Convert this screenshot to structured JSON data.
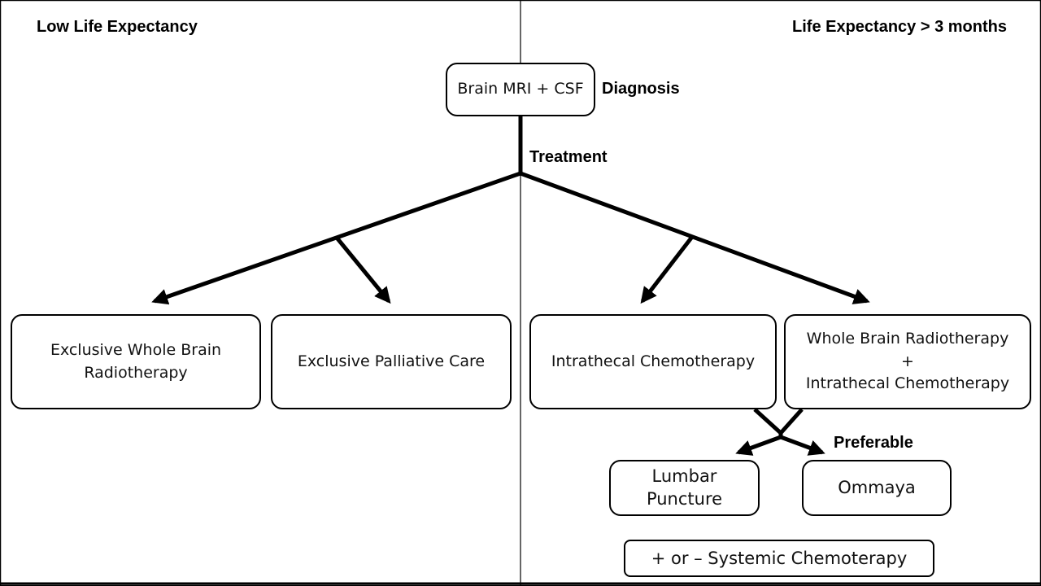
{
  "headers": {
    "left": "Low Life Expectancy",
    "right": "Life Expectancy > 3 months"
  },
  "labels": {
    "diagnosis": "Diagnosis",
    "treatment": "Treatment",
    "preferable": "Preferable"
  },
  "nodes": {
    "start": "Brain MRI + CSF",
    "wbrt_line1": "Exclusive Whole Brain",
    "wbrt_line2": "Radiotherapy",
    "palliative": "Exclusive Palliative Care",
    "intrathecal": "Intrathecal Chemotherapy",
    "combined_line1": "Whole Brain  Radiotherapy",
    "combined_line2": "+",
    "combined_line3": "Intrathecal Chemotherapy",
    "lumbar_line1": "Lumbar",
    "lumbar_line2": "Puncture",
    "ommaya": "Ommaya",
    "systemic": "+ or – Systemic Chemoterapy"
  }
}
